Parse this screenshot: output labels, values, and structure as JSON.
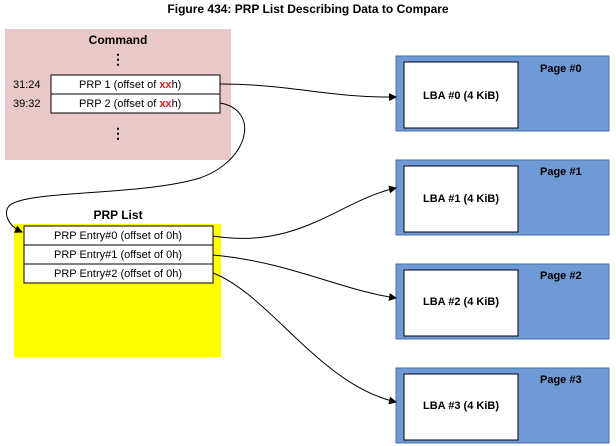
{
  "figure": {
    "title": "Figure 434: PRP List Describing Data to Compare"
  },
  "command": {
    "title": "Command",
    "ellipsis_top": "⋮",
    "ellipsis_bottom": "⋮",
    "rows": [
      {
        "bits": "31:24",
        "label_prefix": "PRP 1 (offset of ",
        "label_highlight": "xx",
        "label_suffix": "h)"
      },
      {
        "bits": "39:32",
        "label_prefix": "PRP 2 (offset of ",
        "label_highlight": "xx",
        "label_suffix": "h)"
      }
    ]
  },
  "prp_list": {
    "title": "PRP List",
    "entries": [
      "PRP Entry#0 (offset of 0h)",
      "PRP Entry#1 (offset of 0h)",
      "PRP Entry#2 (offset of 0h)"
    ]
  },
  "pages": [
    {
      "title": "Page #0",
      "lba": "LBA #0 (4 KiB)"
    },
    {
      "title": "Page #1",
      "lba": "LBA #1 (4 KiB)"
    },
    {
      "title": "Page #2",
      "lba": "LBA #2 (4 KiB)"
    },
    {
      "title": "Page #3",
      "lba": "LBA #3 (4 KiB)"
    }
  ],
  "colors": {
    "command_bg": "#e8c8c8",
    "prp_list_bg": "#ffff00",
    "page_bg": "#6f9ad6",
    "highlight_text": "#e02020",
    "line": "#000000"
  }
}
